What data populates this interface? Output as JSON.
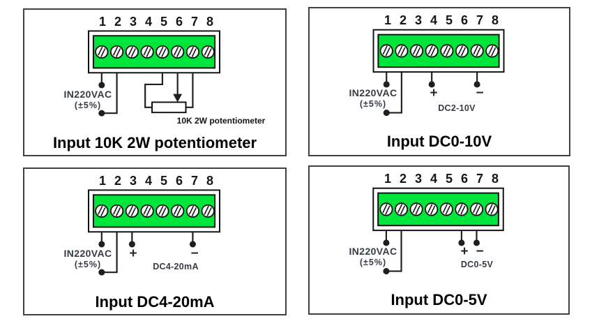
{
  "shared": {
    "terminal_numbers": [
      "1",
      "2",
      "3",
      "4",
      "5",
      "6",
      "7",
      "8"
    ],
    "power_label_line1": "IN220VAC",
    "power_label_line2": "(±5%)",
    "plus_symbol": "+",
    "minus_symbol": "−",
    "colors": {
      "terminal_block_green": "#00E53C",
      "wire": "#1f1f1f",
      "label_text": "#363b44",
      "title_text": "#000000"
    }
  },
  "panels": [
    {
      "title": "Input 10K 2W potentiometer",
      "component_label": "10K 2W potentiometer"
    },
    {
      "title": "Input DC0-10V",
      "signal_label": "DC2-10V"
    },
    {
      "title": "Input DC4-20mA",
      "signal_label": "DC4-20mA"
    },
    {
      "title": "Input DC0-5V",
      "signal_label": "DC0-5V"
    }
  ]
}
